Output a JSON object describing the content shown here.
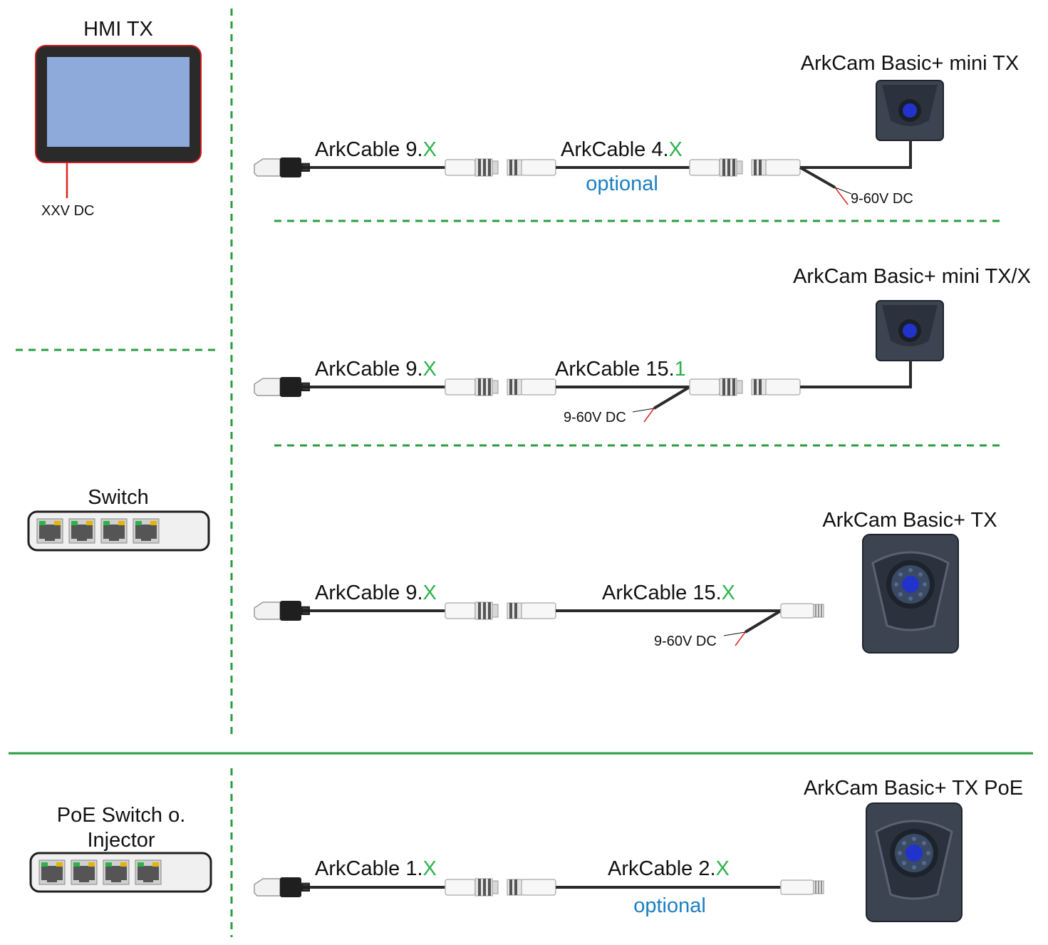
{
  "colors": {
    "divider": "#2a9d3f",
    "accent_x": "#2bb34a",
    "optional": "#1a7fc1",
    "cable": "#2b2b2b",
    "power_wire": "#e02020",
    "hmi_screen": "#8eaadb",
    "hmi_frame": "#2a2a2a",
    "hmi_border": "#d01c1c",
    "camera_body": "#3c4452",
    "camera_lens": "#2233cc"
  },
  "left_devices": {
    "hmi": {
      "title": "HMI TX",
      "power": "XXV DC",
      "icon": "hmi-panel-icon"
    },
    "switch": {
      "title": "Switch",
      "icon": "ethernet-switch-icon"
    },
    "poe": {
      "title_line1": "PoE Switch o.",
      "title_line2": "Injector",
      "icon": "poe-switch-icon"
    }
  },
  "rows": [
    {
      "camera": "ArkCam Basic+ mini TX",
      "cable1_prefix": "ArkCable 9.",
      "cable1_suffix": "X",
      "cable2_prefix": "ArkCable 4.",
      "cable2_suffix": "X",
      "cable2_note": "optional",
      "power": "9-60V DC"
    },
    {
      "camera": "ArkCam Basic+ mini TX/X",
      "cable1_prefix": "ArkCable 9.",
      "cable1_suffix": "X",
      "cable2_prefix": "ArkCable 15.",
      "cable2_suffix": "1",
      "power": "9-60V DC"
    },
    {
      "camera": "ArkCam Basic+ TX",
      "cable1_prefix": "ArkCable 9.",
      "cable1_suffix": "X",
      "cable2_prefix": "ArkCable 15.",
      "cable2_suffix": "X",
      "power": "9-60V DC"
    },
    {
      "camera": "ArkCam Basic+ TX PoE",
      "cable1_prefix": "ArkCable 1.",
      "cable1_suffix": "X",
      "cable2_prefix": "ArkCable 2.",
      "cable2_suffix": "X",
      "cable2_note": "optional"
    }
  ]
}
